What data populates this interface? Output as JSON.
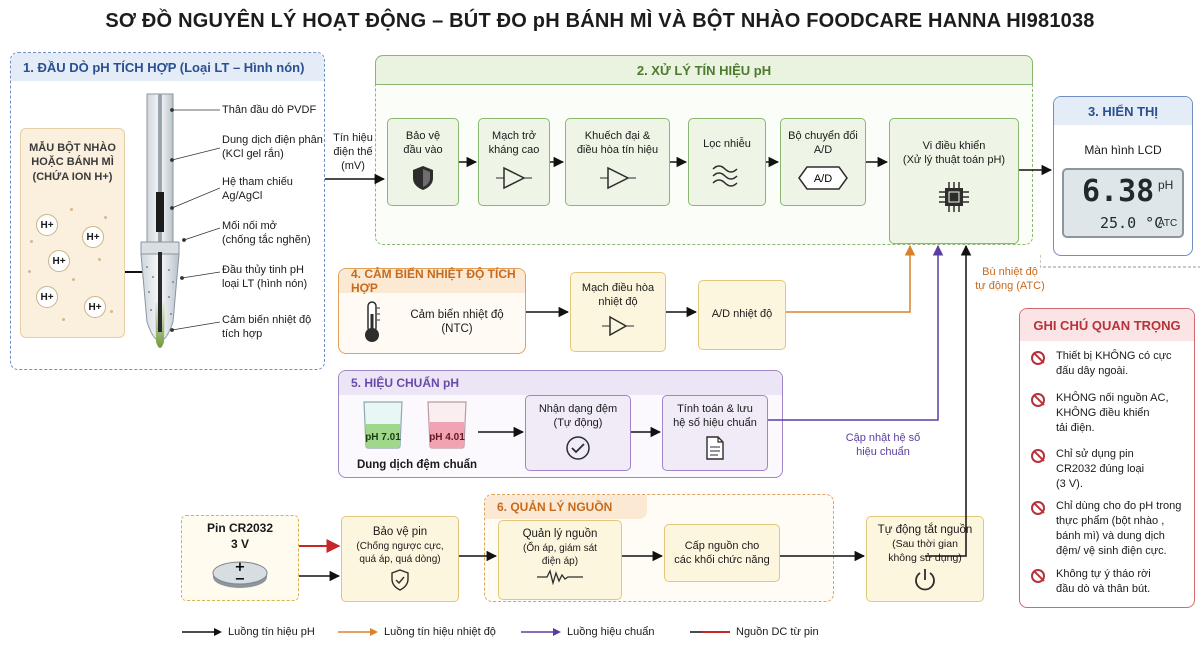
{
  "title": "SƠ ĐỒ NGUYÊN LÝ HOẠT ĐỘNG – BÚT ĐO pH BÁNH MÌ VÀ BỘT NHÀO FOODCARE HANNA HI981038",
  "probe": {
    "heading": "1. ĐẦU DÒ pH TÍCH HỢP (Loại LT – Hình nón)",
    "sample_line1": "MẪU BỘT NHÀO",
    "sample_line2": "HOẶC BÁNH MÌ",
    "sample_line3": "(CHỨA ION H+)",
    "ion": "H+",
    "parts": [
      {
        "line1": "Thân đầu dò PVDF",
        "line2": ""
      },
      {
        "line1": "Dung dịch điện phân",
        "line2": "(KCl gel rắn)"
      },
      {
        "line1": "Hệ tham chiếu",
        "line2": "Ag/AgCl"
      },
      {
        "line1": "Mối nối mở",
        "line2": "(chống tắc nghẽn)"
      },
      {
        "line1": "Đầu thủy tinh pH",
        "line2": "loại LT (hình nón)"
      },
      {
        "line1": "Cảm biến nhiệt độ",
        "line2": "tích hợp"
      }
    ]
  },
  "signal_label": {
    "line1": "Tín hiệu",
    "line2": "điện thế",
    "line3": "(mV)"
  },
  "processing": {
    "heading": "2. XỬ LÝ TÍN HIỆU pH",
    "blocks": [
      {
        "line1": "Bảo vệ",
        "line2": "đầu vào"
      },
      {
        "line1": "Mạch trở",
        "line2": "kháng cao"
      },
      {
        "line1": "Khuếch đại &",
        "line2": "điều hòa tín hiệu"
      },
      {
        "line1": "Lọc nhiễu",
        "line2": ""
      },
      {
        "line1": "Bộ chuyển đổi",
        "line2": "A/D"
      }
    ],
    "ad_icon": "A/D",
    "mcu_line1": "Vi điều khiển",
    "mcu_line2": "(Xử lý thuật toán pH)"
  },
  "display": {
    "heading": "3. HIỂN THỊ",
    "lcd_label": "Màn hình LCD",
    "ph_value": "6.38",
    "ph_unit": "pH",
    "temp_value": "25.0 °C",
    "atc": "ATC"
  },
  "temperature": {
    "heading": "4. CẢM BIẾN NHIỆT ĐỘ TÍCH HỢP",
    "sensor_line1": "Cảm biến nhiệt độ",
    "sensor_line2": "(NTC)",
    "cond_line1": "Mạch điều hòa",
    "cond_line2": "nhiệt độ",
    "ad": "A/D nhiệt độ",
    "comp_line1": "Bù nhiệt độ",
    "comp_line2": "tự động (ATC)"
  },
  "calibration": {
    "heading": "5. HIỆU CHUẨN pH",
    "buffer1": "pH 7.01",
    "buffer2": "pH 4.01",
    "buffer_caption": "Dung dịch đệm chuẩn",
    "recog_line1": "Nhận dạng đệm",
    "recog_line2": "(Tự động)",
    "calc_line1": "Tính toán & lưu",
    "calc_line2": "hệ số hiệu chuẩn",
    "update_line1": "Cập nhật hệ số",
    "update_line2": "hiệu chuẩn"
  },
  "power": {
    "heading": "6. QUẢN LÝ NGUỒN",
    "battery_line1": "Pin CR2032",
    "battery_line2": "3 V",
    "protect_line1": "Bảo vệ pin",
    "protect_line2": "(Chống ngược cực,",
    "protect_line3": "quá áp, quá dòng)",
    "manage_line1": "Quản lý nguồn",
    "manage_line2": "(Ổn áp, giám sát",
    "manage_line3": "điện áp)",
    "supply_line1": "Cấp nguồn cho",
    "supply_line2": "các khối chức năng",
    "auto_line1": "Tự động tắt nguồn",
    "auto_line2": "(Sau thời gian",
    "auto_line3": "không sử dụng)"
  },
  "notes": {
    "heading": "GHI CHÚ QUAN TRỌNG",
    "items": [
      {
        "line1": "Thiết bị KHÔNG có cực",
        "line2": "đấu dây ngoài.",
        "line3": ""
      },
      {
        "line1": "KHÔNG nối nguồn AC,",
        "line2": "KHÔNG điều khiển",
        "line3": "tải điện."
      },
      {
        "line1": "Chỉ sử dụng pin",
        "line2": "CR2032 đúng loại",
        "line3": "(3 V)."
      },
      {
        "line1": "Chỉ dùng cho đo pH trong",
        "line2": "thực phẩm (bột nhào ,",
        "line3": "bánh mì) và dung dịch đệm/ vệ sinh điện cực."
      },
      {
        "line1": "Không tự ý tháo rời",
        "line2": "đầu dò và thân bút.",
        "line3": ""
      }
    ]
  },
  "legend": [
    {
      "label": "Luồng tín hiệu pH",
      "color": "#111111"
    },
    {
      "label": "Luồng tín hiệu nhiệt độ",
      "color": "#d9822b"
    },
    {
      "label": "Luồng hiệu chuẩn",
      "color": "#5b3fa0"
    },
    {
      "label": "Nguồn DC từ pin",
      "color": "#c62828"
    }
  ],
  "colors": {
    "green": "#5e8f3e",
    "blue": "#2c4f8f",
    "orange": "#c86a1c",
    "purple": "#6a4aa8",
    "red": "#b8323a"
  }
}
